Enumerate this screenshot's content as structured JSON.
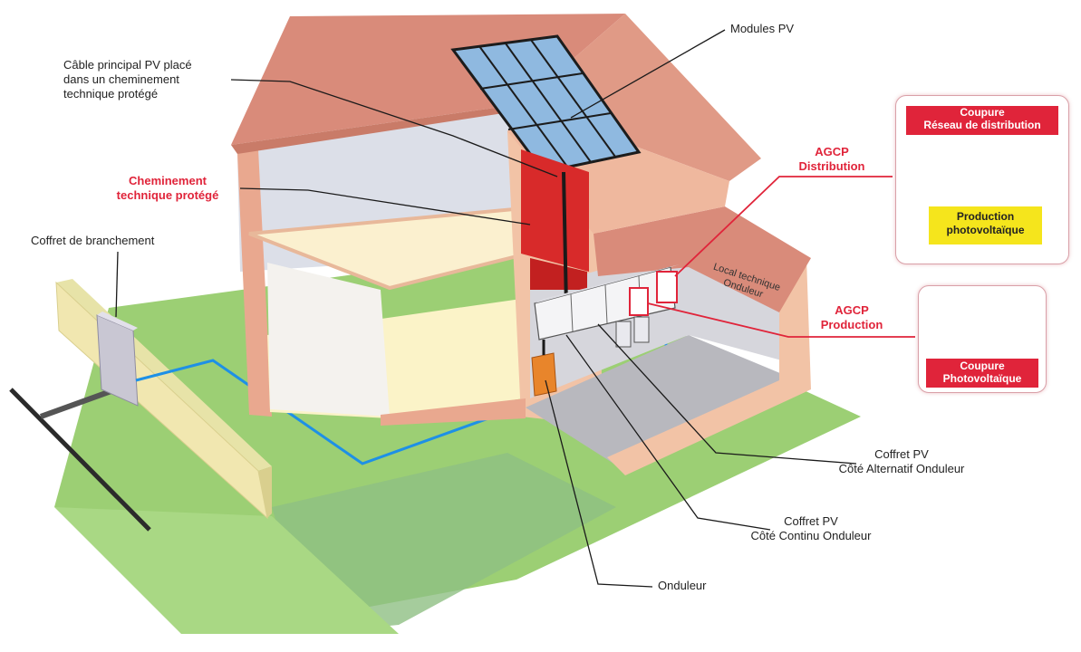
{
  "labels": {
    "modules_pv": "Modules PV",
    "cable_line1": "Câble principal PV placé",
    "cable_line2": "dans un cheminement",
    "cable_line3": "technique protégé",
    "chem_line1": "Cheminement",
    "chem_line2": "technique protégé",
    "coffret_branchement": "Coffret de branchement",
    "agcp_dist_line1": "AGCP",
    "agcp_dist_line2": "Distribution",
    "agcp_prod_line1": "AGCP",
    "agcp_prod_line2": "Production",
    "local_line1": "Local technique",
    "local_line2": "Onduleur",
    "coffret_ac_line1": "Coffret PV",
    "coffret_ac_line2": "Côté Alternatif Onduleur",
    "coffret_dc_line1": "Coffret PV",
    "coffret_dc_line2": "Côté Continu Onduleur",
    "onduleur": "Onduleur"
  },
  "sign_distribution": {
    "header_line1": "Coupure",
    "header_line2": "Réseau de distribution",
    "footer_line1": "Production",
    "footer_line2": "photovoltaïque"
  },
  "sign_production": {
    "footer_line1": "Coupure",
    "footer_line2": "Photovoltaïque"
  },
  "colors": {
    "roof": "#d98b7a",
    "wall": "#f2c3a6",
    "lawn": "#9ccf74",
    "cable_ac": "#1e90e6",
    "duct": "#d82a2a",
    "inverter": "#e8852b",
    "accent_red": "#e0243a",
    "sign_yellow": "#f5e51c"
  }
}
